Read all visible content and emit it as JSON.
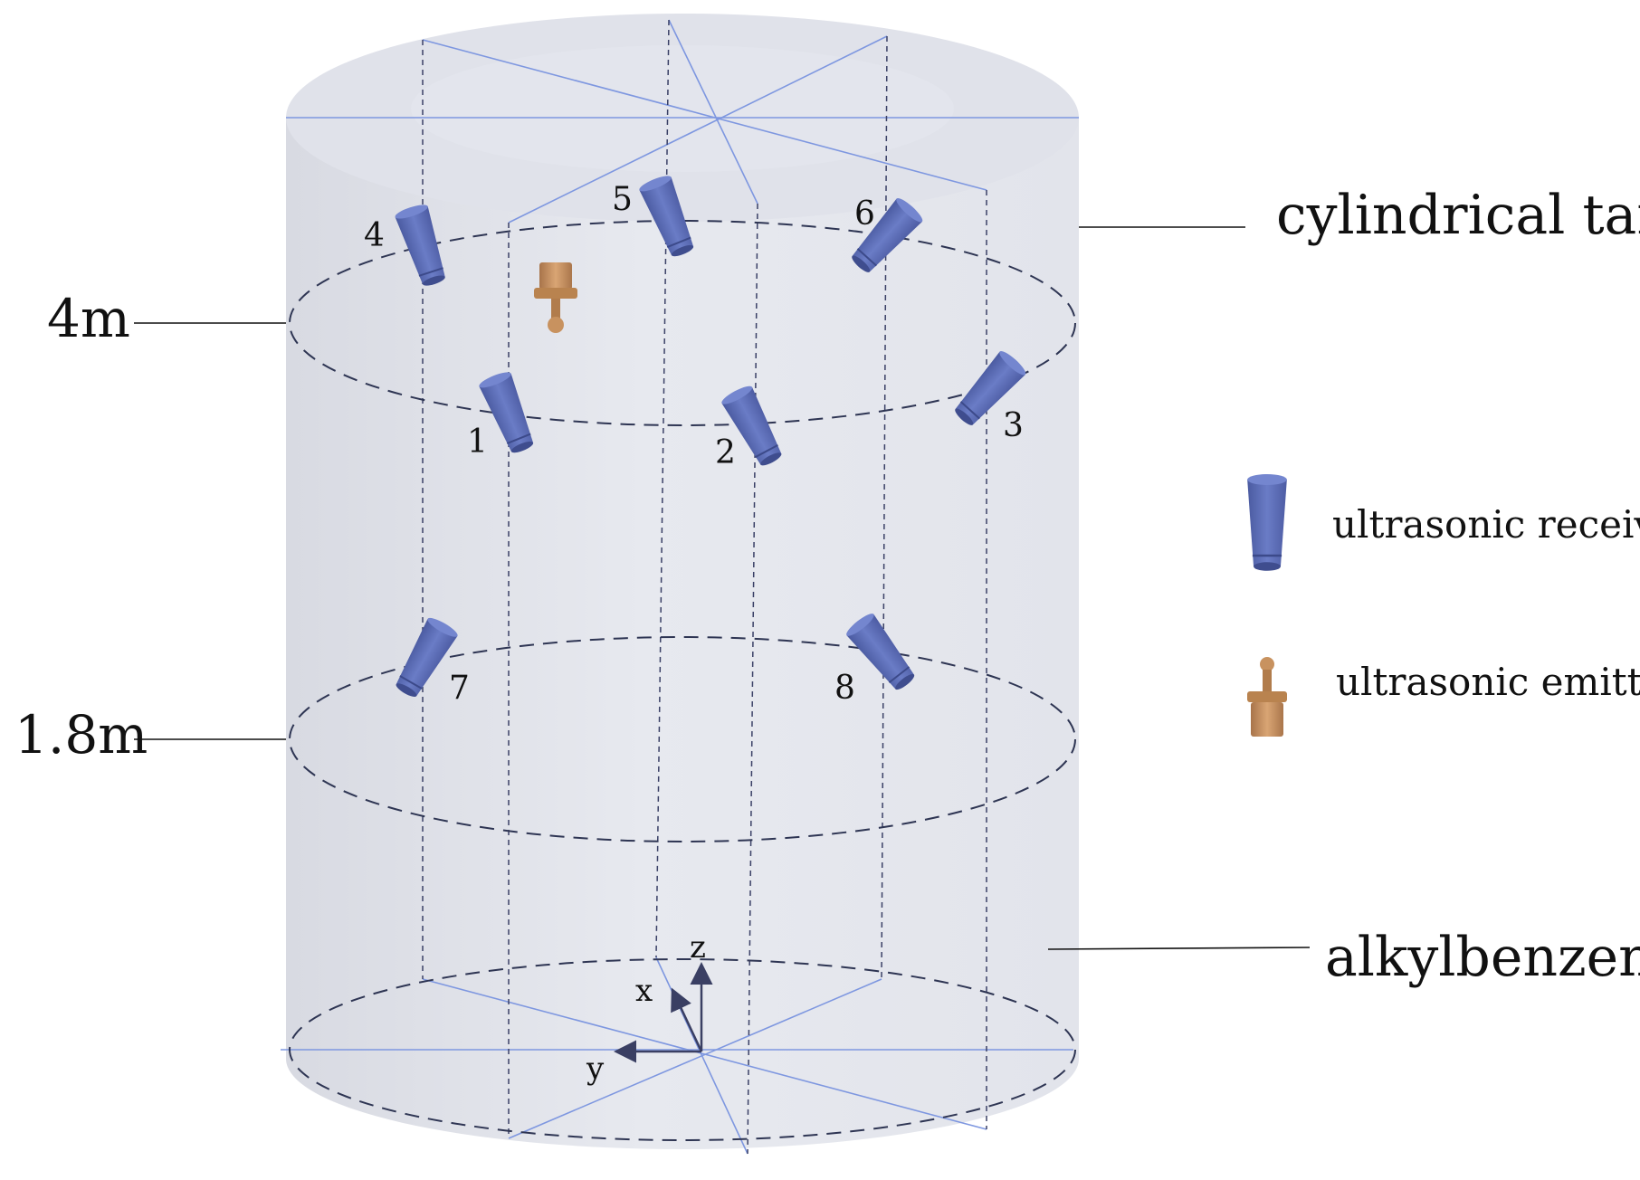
{
  "callouts": {
    "tank": "cylindrical tank",
    "liquid": "alkylbenzene"
  },
  "heights": {
    "upper": "4m",
    "lower": "1.8m"
  },
  "legend": {
    "receivers": "ultrasonic receivers",
    "emitter": "ultrasonic emitter"
  },
  "receivers": [
    {
      "label": "1"
    },
    {
      "label": "2"
    },
    {
      "label": "3"
    },
    {
      "label": "4"
    },
    {
      "label": "5"
    },
    {
      "label": "6"
    },
    {
      "label": "7"
    },
    {
      "label": "8"
    }
  ],
  "axes": {
    "x": "x",
    "y": "y",
    "z": "z"
  },
  "colors": {
    "receiver": "#5c6fb5",
    "emitter": "#c08b5a",
    "tank_body": "#e4e7ee",
    "tank_lid": "#e0e2ea",
    "guide_line": "#7e97e0",
    "dashed_ring": "#2e3553"
  }
}
